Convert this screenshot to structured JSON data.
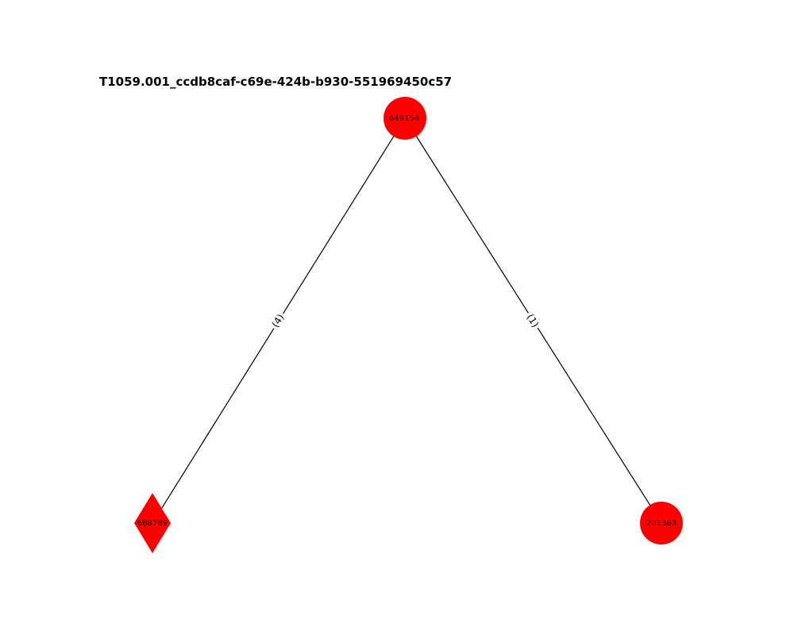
{
  "title": "T1059.001_ccdb8caf-c69e-424b-b930-551969450c57",
  "colors": {
    "node_fill": "#ff0000",
    "edge_stroke": "#000000",
    "text": "#000000",
    "background": "#ffffff"
  },
  "nodes": [
    {
      "id": "649154",
      "label": "649154",
      "shape": "circle"
    },
    {
      "id": "688789",
      "label": "688789",
      "shape": "diamond"
    },
    {
      "id": "201363",
      "label": "201363",
      "shape": "circle"
    }
  ],
  "edges": [
    {
      "source": "649154",
      "target": "688789",
      "label": "(4)"
    },
    {
      "source": "649154",
      "target": "201363",
      "label": "(1)"
    }
  ]
}
